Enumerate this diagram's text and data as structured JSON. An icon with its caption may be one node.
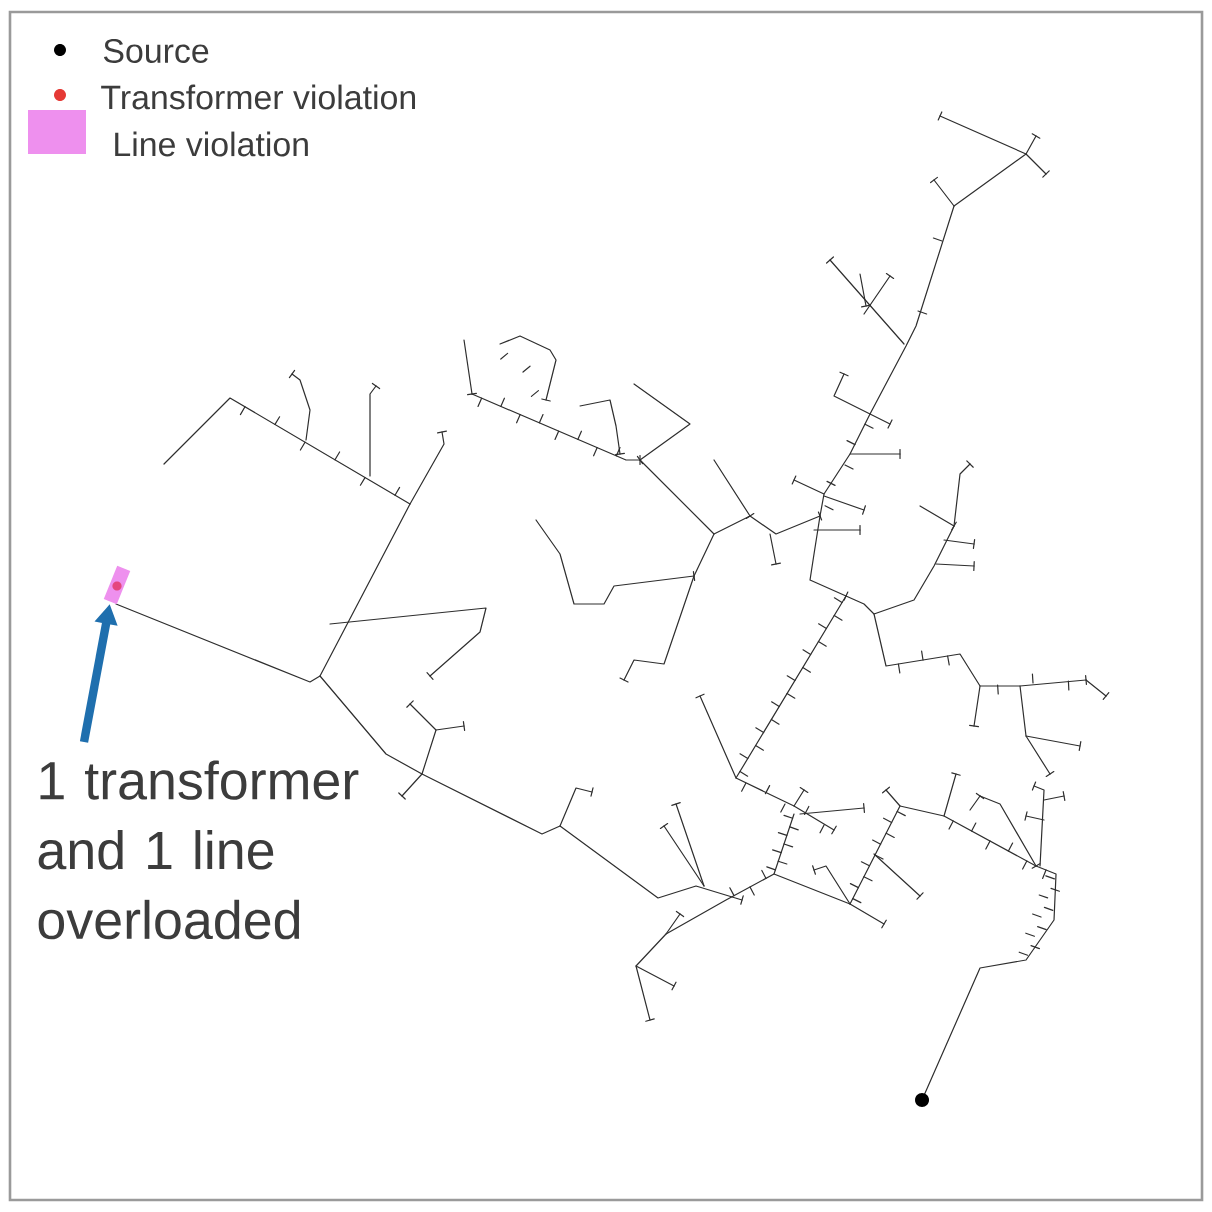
{
  "diagram": {
    "nodes": [
      {
        "text": [],
        "shape": "box"
      },
      {
        "text": [
          "1 transformer and 1 line overloaded"
        ]
      }
    ],
    "edges": [
      {
        "from": 1,
        "to": 0,
        "arrow": "to",
        "color": "#1f6fae"
      }
    ],
    "legend": [
      {
        "text": "Source",
        "color": "#000000"
      },
      {
        "text": "Transformer violation",
        "color": "#e53935"
      },
      {
        "text": "Line violation",
        "color": "#ee90ee"
      }
    ]
  }
}
